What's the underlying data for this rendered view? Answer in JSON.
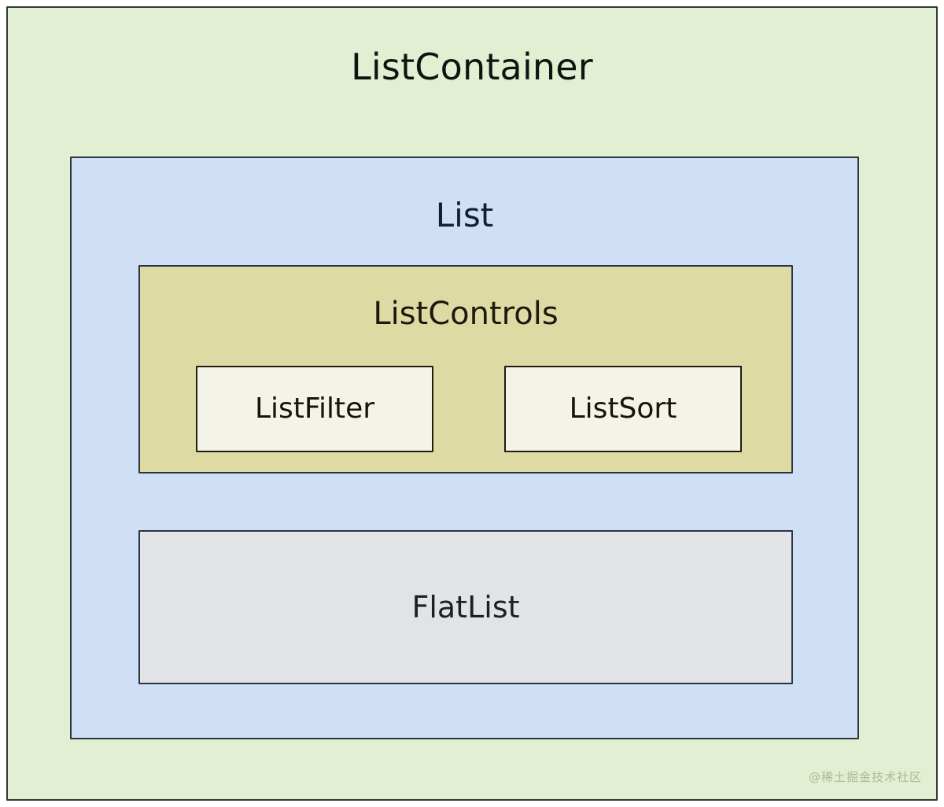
{
  "diagram": {
    "type": "nested-component-hierarchy",
    "colors": {
      "container_fill": "#e3efd3",
      "list_fill": "#cfdff5",
      "controls_fill": "#dedaa4",
      "leaf_fill": "#f4f3e8",
      "flatlist_fill": "#e1e3e6",
      "stroke": "#2b3440",
      "text": "#101410",
      "watermark": "#a9bb96"
    },
    "nodes": {
      "container": {
        "label": "ListContainer",
        "level": 0
      },
      "list": {
        "label": "List",
        "level": 1
      },
      "controls": {
        "label": "ListControls",
        "level": 2
      },
      "filter": {
        "label": "ListFilter",
        "level": 3
      },
      "sort": {
        "label": "ListSort",
        "level": 3
      },
      "flatlist": {
        "label": "FlatList",
        "level": 2
      }
    }
  },
  "watermark": {
    "text": "@稀土掘金技术社区"
  }
}
